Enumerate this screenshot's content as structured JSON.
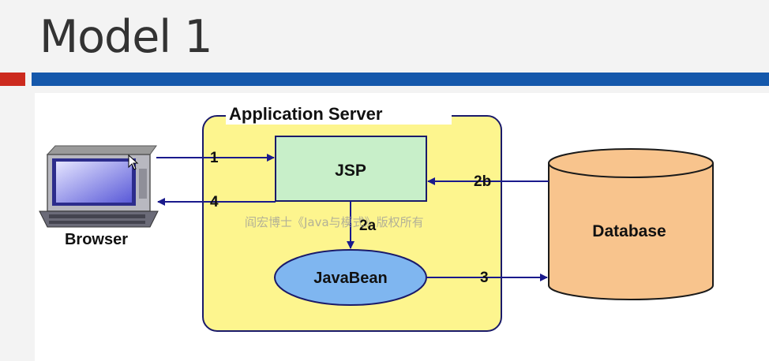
{
  "slide": {
    "title": "Model 1"
  },
  "diagram": {
    "app_server_label": "Application Server",
    "jsp_label": "JSP",
    "javabean_label": "JavaBean",
    "browser_label": "Browser",
    "database_label": "Database",
    "watermark": "阎宏博士《Java与模式》版权所有",
    "arrows": {
      "a1": "1",
      "a2a": "2a",
      "a2b": "2b",
      "a3": "3",
      "a4": "4"
    },
    "colors": {
      "app_server_fill": "#fdf58e",
      "jsp_fill": "#c8efc9",
      "javabean_fill": "#7fb6f0",
      "database_fill": "#f8c48d",
      "arrow": "#1a1a8c"
    }
  }
}
